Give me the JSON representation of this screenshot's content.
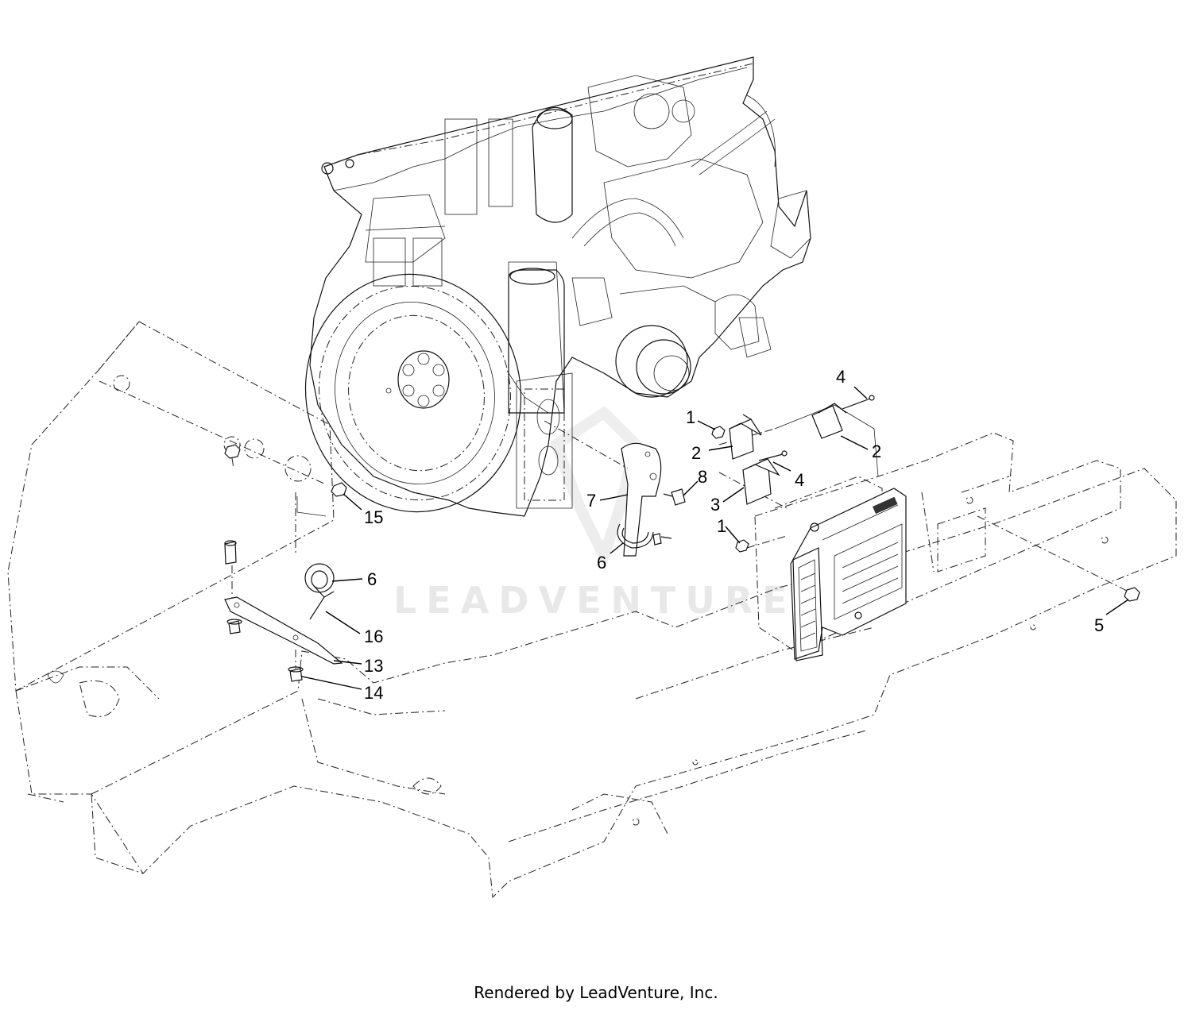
{
  "watermark": {
    "text": "LEADVENTURE"
  },
  "footer": {
    "text": "Rendered by LeadVenture, Inc."
  },
  "callouts": [
    {
      "id": "c-4-top",
      "text": "4"
    },
    {
      "id": "c-1-top",
      "text": "1"
    },
    {
      "id": "c-2-left",
      "text": "2"
    },
    {
      "id": "c-2-right",
      "text": "2"
    },
    {
      "id": "c-4-mid",
      "text": "4"
    },
    {
      "id": "c-8",
      "text": "8"
    },
    {
      "id": "c-7",
      "text": "7"
    },
    {
      "id": "c-3",
      "text": "3"
    },
    {
      "id": "c-1-mid",
      "text": "1"
    },
    {
      "id": "c-6-right",
      "text": "6"
    },
    {
      "id": "c-15",
      "text": "15"
    },
    {
      "id": "c-6-left",
      "text": "6"
    },
    {
      "id": "c-16",
      "text": "16"
    },
    {
      "id": "c-13",
      "text": "13"
    },
    {
      "id": "c-14",
      "text": "14"
    },
    {
      "id": "c-5",
      "text": "5"
    }
  ]
}
